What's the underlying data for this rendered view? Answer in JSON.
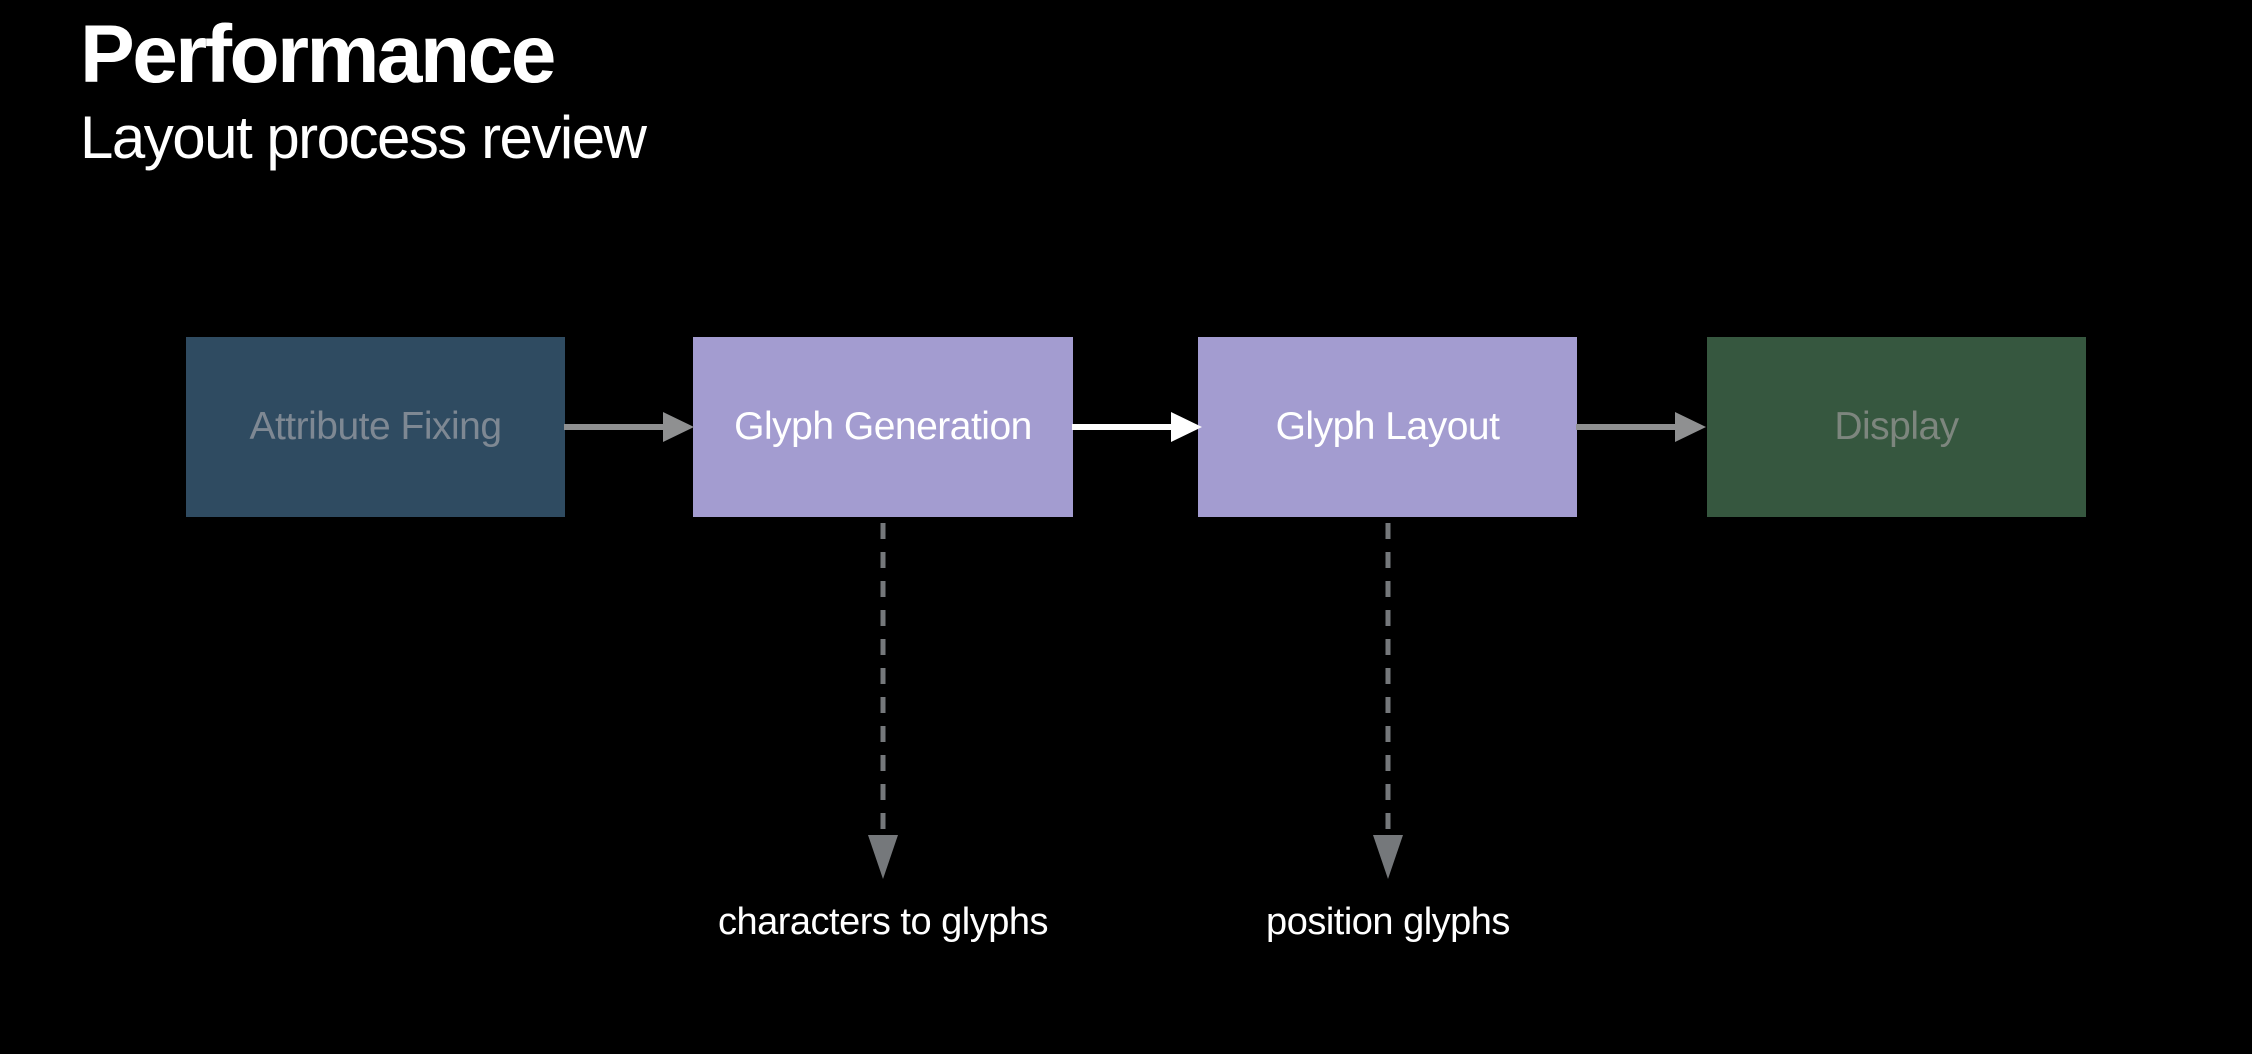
{
  "slide": {
    "title": "Performance",
    "subtitle": "Layout process review",
    "background_color": "#000000",
    "heading_color": "#FFFFFF"
  },
  "diagram": {
    "nodes": [
      {
        "label": "Attribute Fixing",
        "fill": "#2F4B61",
        "label_color": "#7E8893",
        "emphasis": "dimmed"
      },
      {
        "label": "Glyph Generation",
        "fill": "#A39CD0",
        "label_color": "#FFFFFF",
        "emphasis": "highlighted"
      },
      {
        "label": "Glyph Layout",
        "fill": "#A39CD0",
        "label_color": "#FFFFFF",
        "emphasis": "highlighted"
      },
      {
        "label": "Display",
        "fill": "#36573F",
        "label_color": "#7D867E",
        "emphasis": "dimmed"
      }
    ],
    "flow_arrows": [
      {
        "from": "Attribute Fixing",
        "to": "Glyph Generation",
        "color": "#8F9091",
        "style": "solid"
      },
      {
        "from": "Glyph Generation",
        "to": "Glyph Layout",
        "color": "#FFFFFF",
        "style": "solid"
      },
      {
        "from": "Glyph Layout",
        "to": "Display",
        "color": "#8F9091",
        "style": "solid"
      }
    ],
    "annotations": [
      {
        "source": "Glyph Generation",
        "label": "characters to glyphs",
        "arrow_color": "#75787B",
        "arrow_style": "dashed"
      },
      {
        "source": "Glyph Layout",
        "label": "position glyphs",
        "arrow_color": "#75787B",
        "arrow_style": "dashed"
      }
    ]
  }
}
